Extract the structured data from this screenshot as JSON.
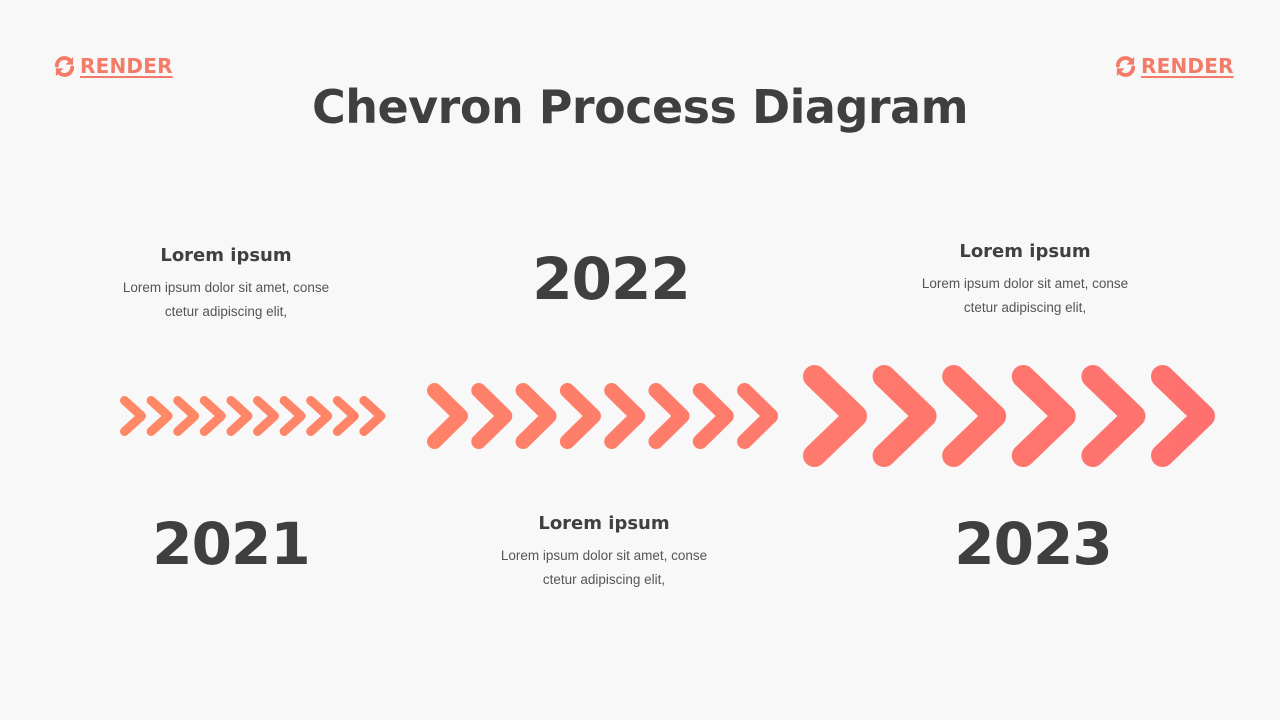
{
  "brand": {
    "logo_text": "RENDER",
    "accent": "#f47b68"
  },
  "title": "Chevron Process Diagram",
  "milestones": [
    {
      "year": "2021",
      "heading": "Lorem ipsum",
      "line1": "Lorem ipsum dolor sit amet, conse",
      "line2": "ctetur adipiscing elit,"
    },
    {
      "year": "2022",
      "heading": "Lorem ipsum",
      "line1": "Lorem ipsum dolor sit amet, conse",
      "line2": "ctetur adipiscing elit,"
    },
    {
      "year": "2023",
      "heading": "Lorem ipsum",
      "line1": "Lorem ipsum dolor sit amet, conse",
      "line2": "ctetur adipiscing elit,"
    }
  ],
  "colors": {
    "gradient_start": "#ff8b66",
    "gradient_end": "#ff6f6f",
    "text_dark": "#3f3f3f"
  },
  "chevron_groups": [
    {
      "count": 10
    },
    {
      "count": 8
    },
    {
      "count": 6
    }
  ]
}
